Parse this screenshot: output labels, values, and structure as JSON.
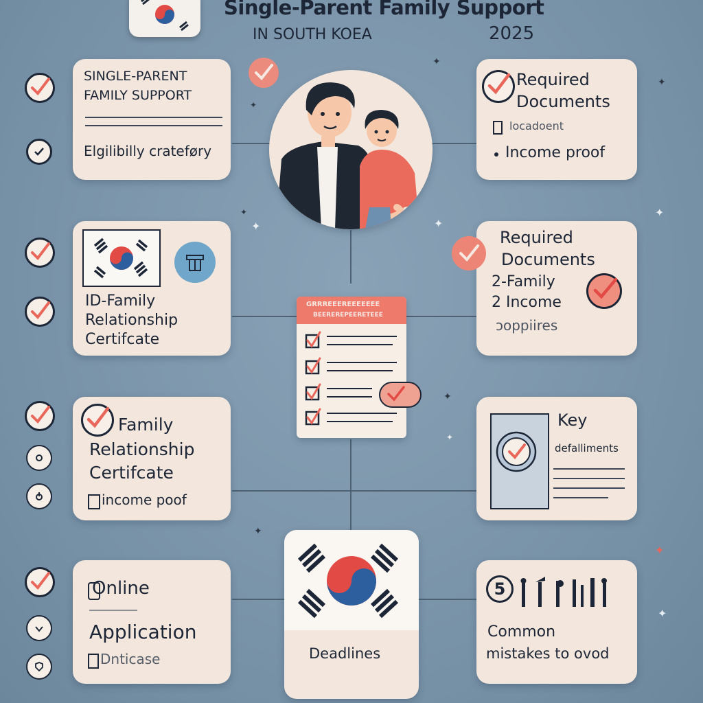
{
  "header": {
    "title": "Single-Parent Family Support",
    "subtitle": "IN SOUTH KOEA",
    "year": "2025"
  },
  "left_cards": [
    {
      "lines": [
        "SINGLE-PARENT",
        "FAMILY SUPPORT"
      ],
      "sub": "Elgilibilly crateføry"
    },
    {
      "lines": [
        "ID-Family",
        "Relationship",
        "Certifcate"
      ]
    },
    {
      "lines": [
        "Family",
        "Relationship",
        "Certifcate"
      ],
      "sub": "income poof"
    },
    {
      "lines": [
        "Online",
        "Application"
      ],
      "sub": "Dnticase"
    }
  ],
  "right_cards": [
    {
      "lines": [
        "Required",
        "Documents"
      ],
      "item1": "locadoent",
      "item2": "Income proof"
    },
    {
      "lines": [
        "Required",
        "Documents",
        "2-Family",
        "2 Income",
        "ɔoppiires"
      ]
    },
    {
      "lines": [
        "Key",
        "defalliments"
      ]
    },
    {
      "number": "5",
      "lines": [
        "Common",
        "mistakes to ovod"
      ]
    }
  ],
  "center": {
    "checklist_header_lines": [
      "GRRREEEREEEEEEE",
      "BEEREREPEERETEEE"
    ],
    "deadlines_label": "Deadlines"
  },
  "colors": {
    "background": "#7f98ad",
    "card": "#f3e6dc",
    "accent_red": "#e8675a",
    "dark": "#1c2636",
    "flag_blue": "#2d5f9e"
  },
  "icons": [
    "check-icon",
    "korean-flag-icon",
    "parent-child-illustration",
    "checklist-icon",
    "document-icon",
    "tool-icon"
  ]
}
